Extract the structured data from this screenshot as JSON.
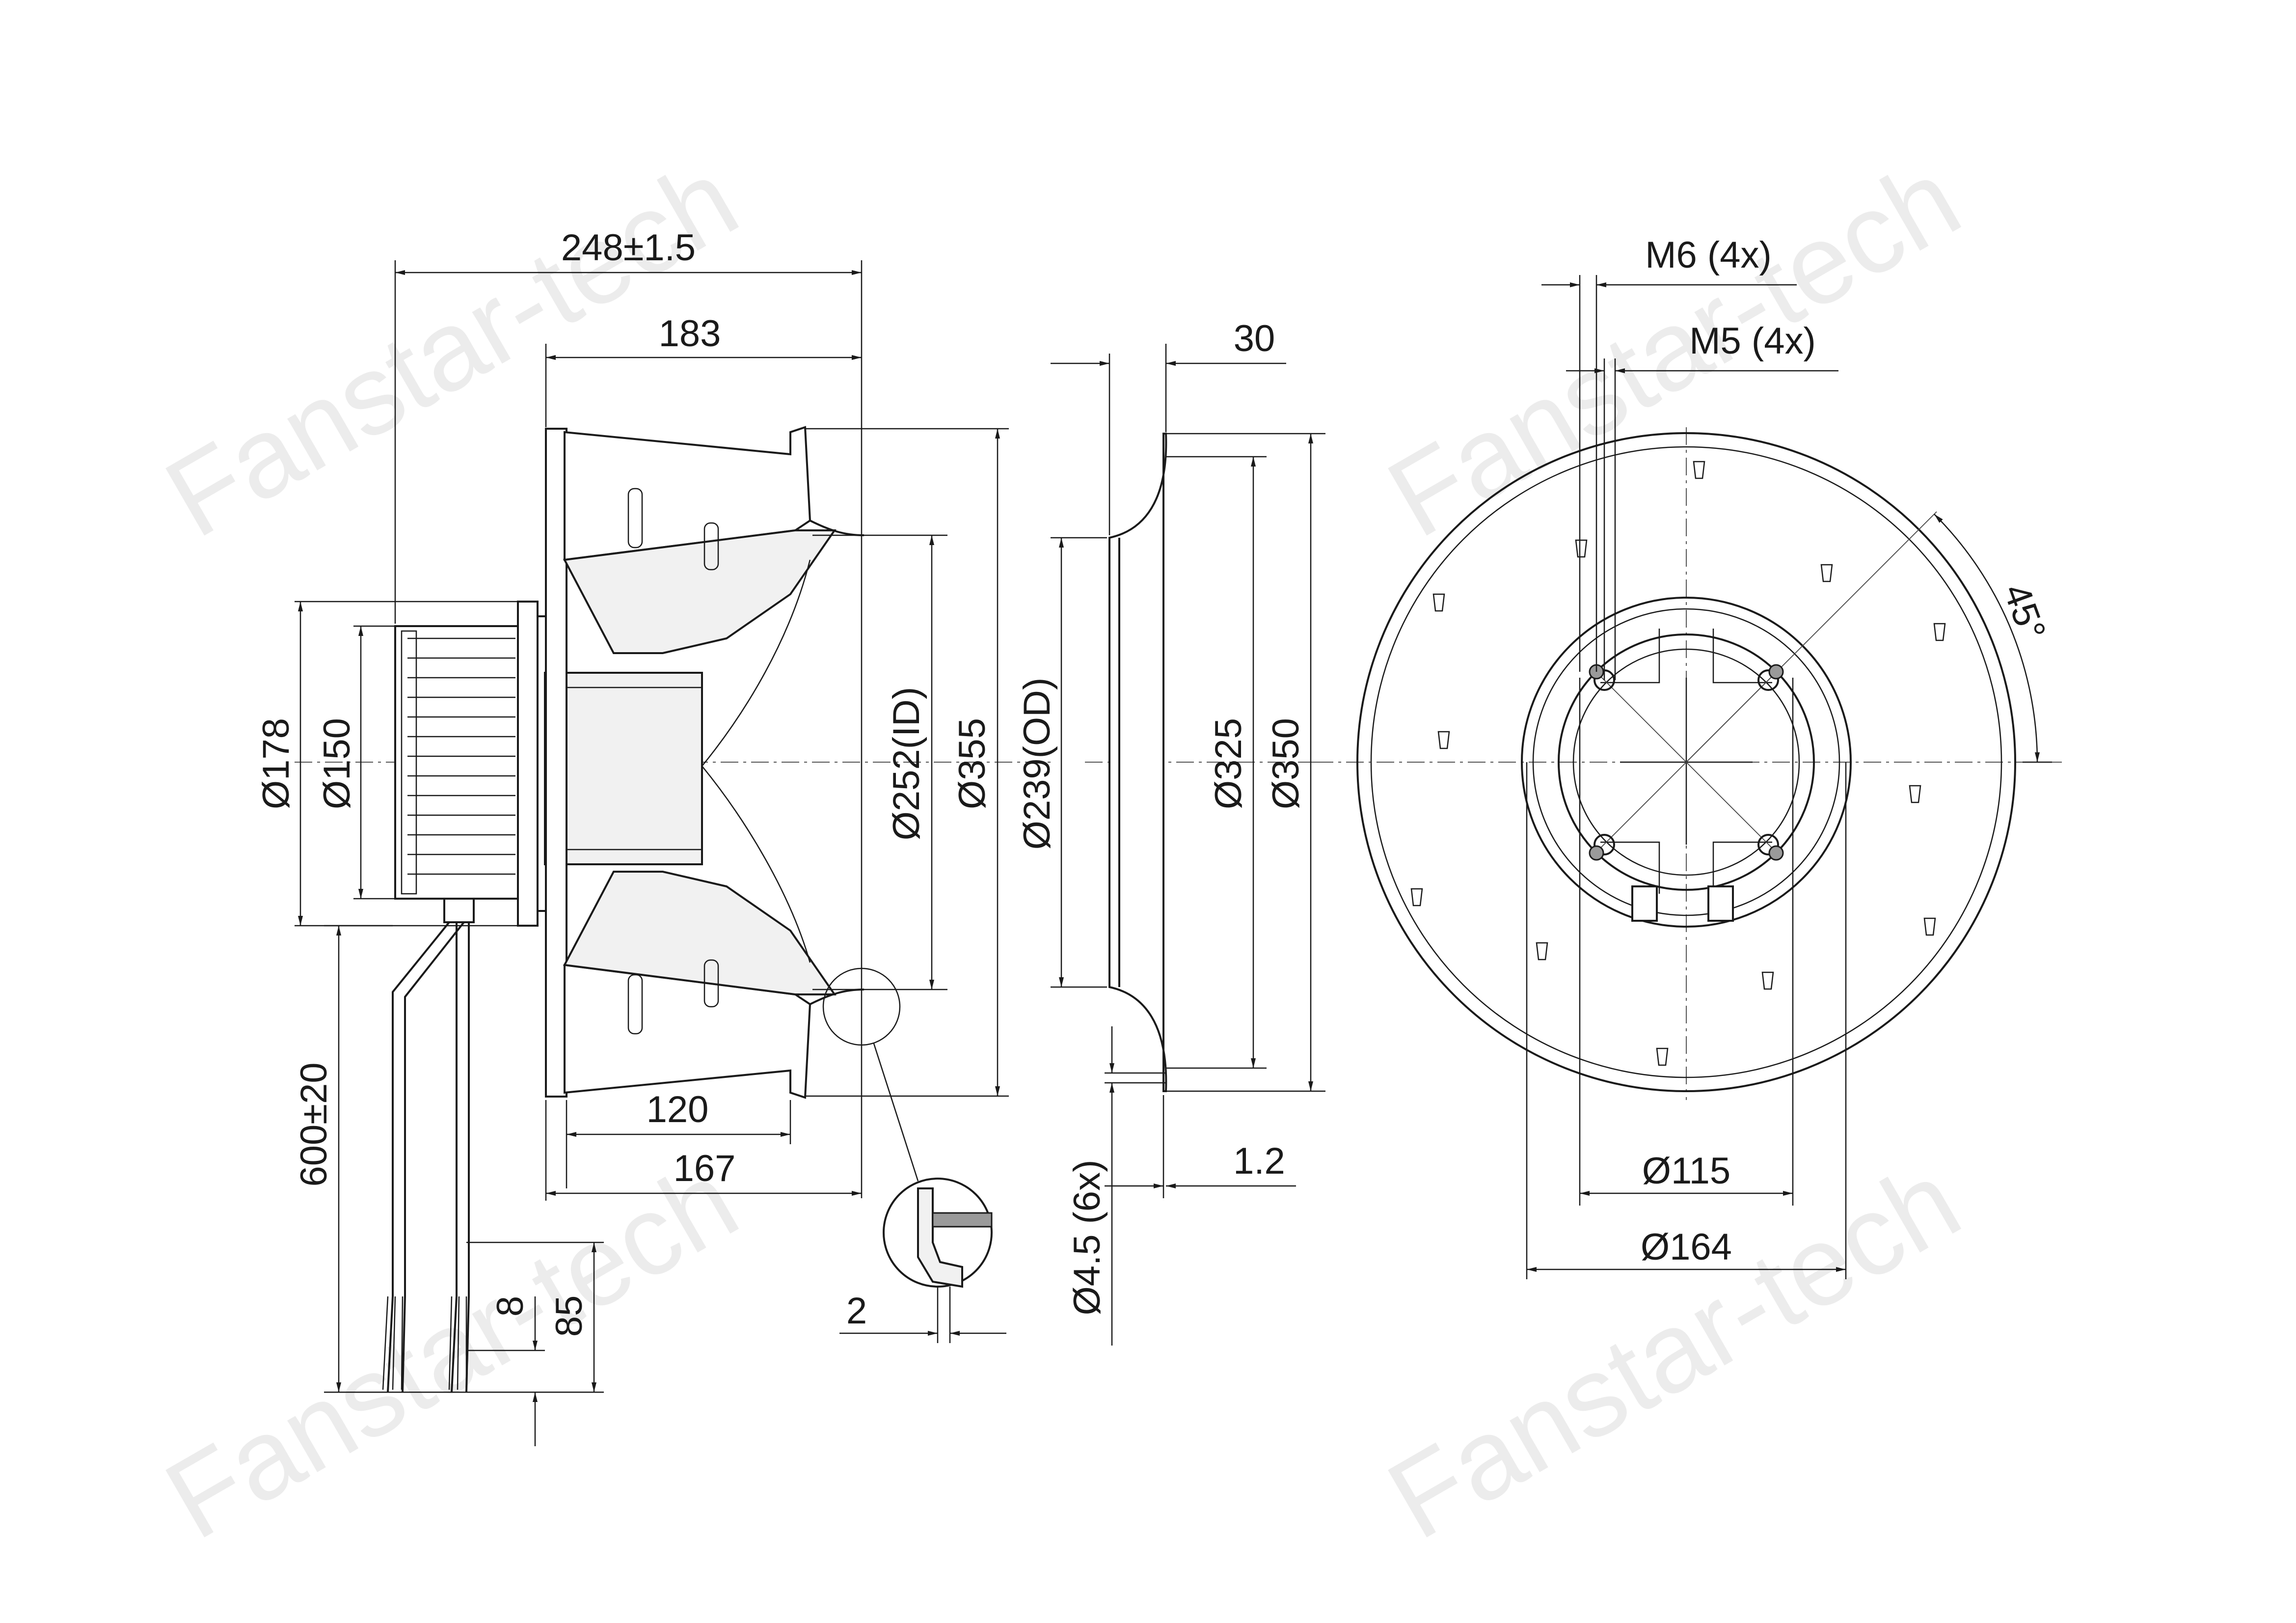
{
  "watermark": "Fanstar-tech",
  "dims": {
    "overall_length": "248±1.5",
    "length_183": "183",
    "dia_178": "Ø178",
    "dia_150": "Ø150",
    "dia_252_id": "Ø252(ID)",
    "dia_355": "Ø355",
    "len_120": "120",
    "len_167": "167",
    "cable_600": "600±20",
    "strip_8": "8",
    "strip_85": "85",
    "detail_2": "2",
    "ring_30": "30",
    "dia_239_od": "Ø239(OD)",
    "dia_325": "Ø325",
    "dia_350": "Ø350",
    "ring_1_2": "1.2",
    "holes_4_5": "Ø4.5 (6x)",
    "thread_m6": "M6 (4x)",
    "thread_m5": "M5 (4x)",
    "angle_45": "45°",
    "dia_115": "Ø115",
    "dia_164": "Ø164"
  }
}
